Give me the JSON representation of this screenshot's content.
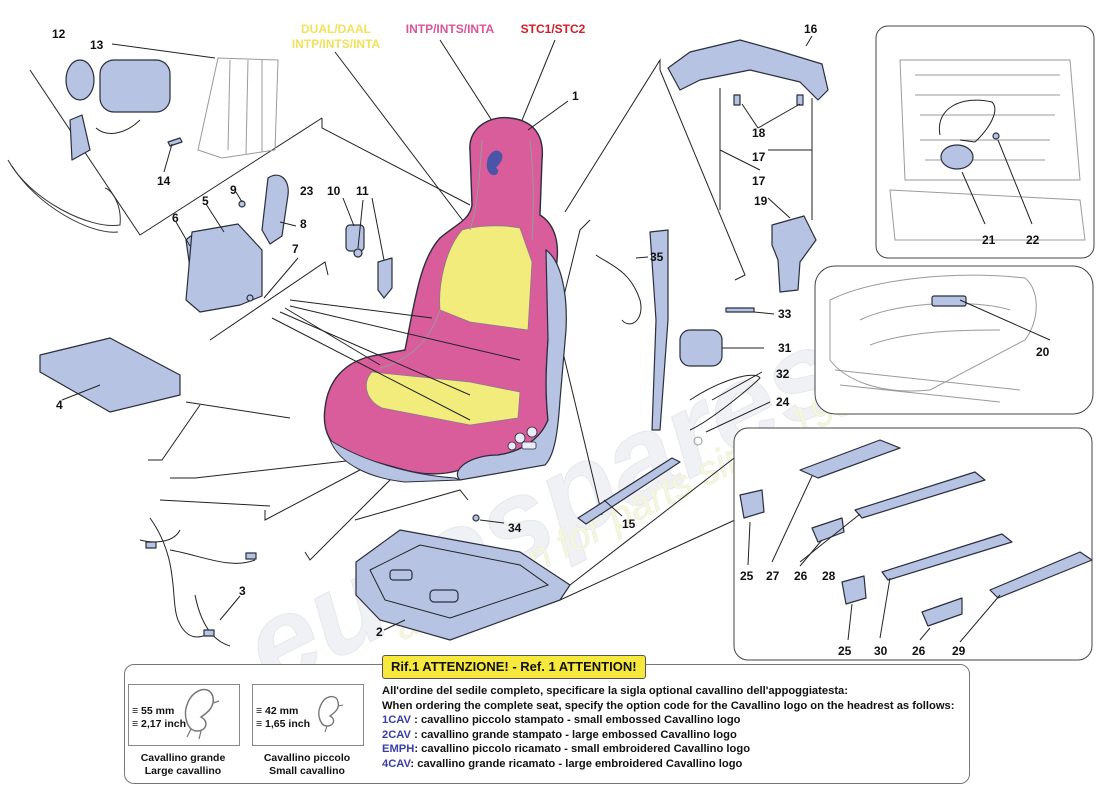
{
  "colors": {
    "part_fill": "#b7c3e2",
    "seat_pink": "#d95c9b",
    "seat_yellow": "#f2ec7c",
    "caption_yellow": "#f0e25a",
    "caption_pink": "#d9559a",
    "caption_red": "#d21c2a",
    "notice_title_bg": "#f6e83c",
    "code_blue": "#3a3ea8",
    "watermark": "#e4e6ee"
  },
  "captions": {
    "yellow_line1": "DUAL/DAAL",
    "yellow_line2": "INTP/INTS/INTA",
    "pink": "INTP/INTS/INTA",
    "red": "STC1/STC2"
  },
  "watermark": {
    "line1": "eurospares",
    "line2": "a passion for parts since 1985"
  },
  "callouts": [
    "1",
    "2",
    "3",
    "4",
    "5",
    "6",
    "7",
    "8",
    "9",
    "10",
    "11",
    "12",
    "13",
    "14",
    "15",
    "16",
    "17",
    "17",
    "18",
    "19",
    "20",
    "21",
    "22",
    "23",
    "24",
    "25",
    "25",
    "26",
    "26",
    "27",
    "28",
    "29",
    "30",
    "31",
    "32",
    "33",
    "34",
    "35"
  ],
  "notice": {
    "title": "Rif.1 ATTENZIONE! - Ref. 1 ATTENTION!",
    "large": {
      "mm": "55 mm",
      "inch": "2,17 inch",
      "caption_it": "Cavallino grande",
      "caption_en": "Large cavallino"
    },
    "small": {
      "mm": "42 mm",
      "inch": "1,65 inch",
      "caption_it": "Cavallino piccolo",
      "caption_en": "Small cavallino"
    },
    "line1": "All'ordine del sedile completo, specificare la sigla optional cavallino dell'appoggiatesta:",
    "line2": "When ordering the complete seat, specify the option code for the Cavallino logo on the headrest as follows:",
    "options": [
      {
        "code": "1CAV",
        "text": " : cavallino piccolo stampato - small embossed Cavallino logo"
      },
      {
        "code": "2CAV",
        "text": " : cavallino grande stampato - large embossed Cavallino logo"
      },
      {
        "code": "EMPH",
        "text": ": cavallino piccolo ricamato - small embroidered Cavallino logo"
      },
      {
        "code": "4CAV",
        "text": ": cavallino grande ricamato - large embroidered Cavallino logo"
      }
    ]
  }
}
